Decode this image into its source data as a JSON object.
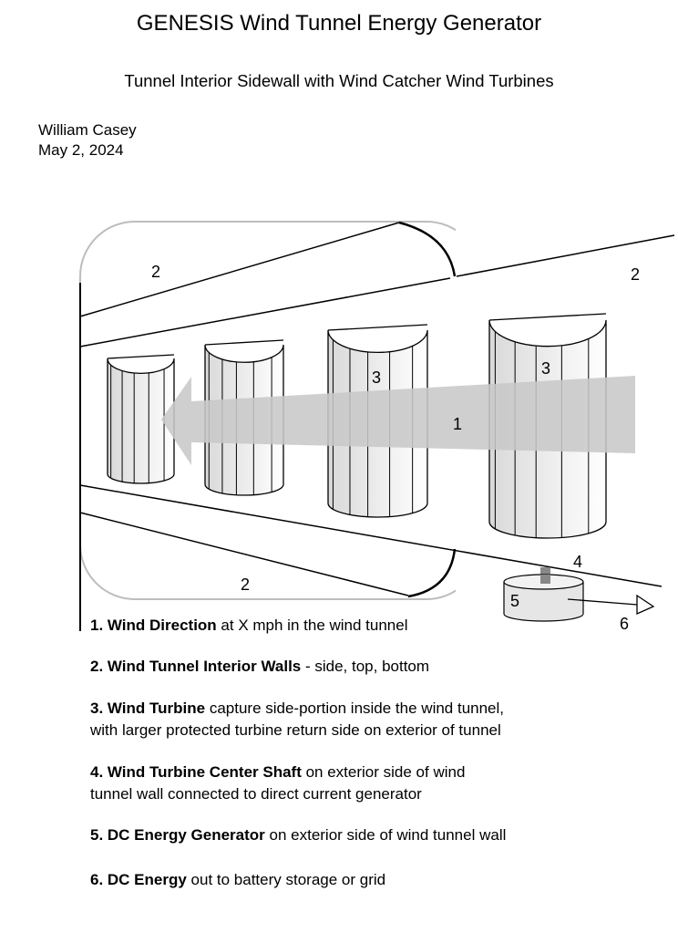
{
  "title": "GENESIS Wind Tunnel Energy Generator",
  "subtitle": "Tunnel Interior Sidewall with Wind Catcher Wind Turbines",
  "author": {
    "name": "William Casey",
    "date": "May 2, 2024"
  },
  "diagram_labels": {
    "wall_top_left": "2",
    "wall_top_right": "2",
    "wall_bottom": "2",
    "wind": "1",
    "turbine_3a": "3",
    "turbine_3b": "3",
    "shaft": "4",
    "generator": "5",
    "energy_out": "6"
  },
  "legend": [
    {
      "bold": "1. Wind Direction",
      "rest": " at X mph in the wind tunnel"
    },
    {
      "bold": "2. Wind Tunnel Interior Walls",
      "rest": " - side, top, bottom"
    },
    {
      "bold": "3. Wind Turbine",
      "rest": " capture side-portion inside the wind tunnel,",
      "line2": "with larger protected turbine return side on exterior of tunnel"
    },
    {
      "bold": "4. Wind Turbine Center Shaft",
      "rest": " on exterior side of wind",
      "line2": "tunnel wall connected to direct current generator"
    },
    {
      "bold": "5. DC Energy Generator",
      "rest": " on exterior side of wind tunnel wall"
    },
    {
      "bold": "6. DC Energy",
      "rest": " out to battery storage or grid"
    }
  ],
  "colors": {
    "arrow": "#c8c8c8",
    "frame": "#bdbdbd",
    "line": "#000000"
  }
}
